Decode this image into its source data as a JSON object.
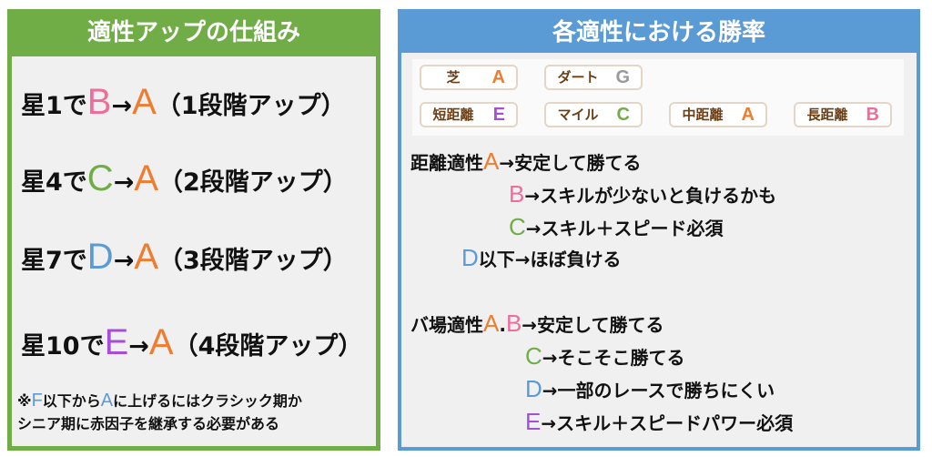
{
  "colors": {
    "A": "#ed7d31",
    "B": "#f06c9b",
    "C": "#70ad47",
    "D": "#5b9bd5",
    "E": "#a64fd6",
    "G": "#9a9a9a",
    "k": "#111111"
  },
  "left": {
    "title": "適性アップの仕組み",
    "lines": [
      [
        {
          "t": "星1で",
          "c": "k"
        },
        {
          "t": "B",
          "c": "B",
          "g": 1
        },
        {
          "t": "→",
          "c": "k"
        },
        {
          "t": "A",
          "c": "A",
          "g": 1
        },
        {
          "t": "（1段階アップ）",
          "c": "k"
        }
      ],
      [
        {
          "t": "星4で",
          "c": "k"
        },
        {
          "t": "C",
          "c": "C",
          "g": 1
        },
        {
          "t": "→",
          "c": "k"
        },
        {
          "t": "A",
          "c": "A",
          "g": 1
        },
        {
          "t": "（2段階アップ）",
          "c": "k"
        }
      ],
      [
        {
          "t": "星7で",
          "c": "k"
        },
        {
          "t": "D",
          "c": "D",
          "g": 1
        },
        {
          "t": "→",
          "c": "k"
        },
        {
          "t": "A",
          "c": "A",
          "g": 1
        },
        {
          "t": "（3段階アップ）",
          "c": "k"
        }
      ],
      [
        {
          "t": "星10で",
          "c": "k"
        },
        {
          "t": "E",
          "c": "E",
          "g": 1
        },
        {
          "t": "→",
          "c": "k"
        },
        {
          "t": "A",
          "c": "A",
          "g": 1
        },
        {
          "t": "（4段階アップ）",
          "c": "k"
        }
      ]
    ],
    "note": [
      {
        "t": "※",
        "c": "k"
      },
      {
        "t": "F",
        "c": "D",
        "g": 1
      },
      {
        "t": "以下から",
        "c": "k"
      },
      {
        "t": "A",
        "c": "D",
        "g": 1
      },
      {
        "t": "に上げるにはクラシック期か",
        "c": "k"
      },
      {
        "t": "\nシニア期に赤因子を継承する必要がある",
        "c": "k"
      }
    ]
  },
  "right": {
    "title": "各適性における勝率",
    "badges": [
      {
        "label": "芝",
        "grade": "A",
        "c": "A"
      },
      {
        "label": "ダート",
        "grade": "G",
        "c": "G"
      },
      {
        "label": "短距離",
        "grade": "E",
        "c": "E"
      },
      {
        "label": "マイル",
        "grade": "C",
        "c": "C"
      },
      {
        "label": "中距離",
        "grade": "A",
        "c": "A"
      },
      {
        "label": "長距離",
        "grade": "B",
        "c": "B"
      }
    ],
    "lines": [
      [
        {
          "t": "距離適性",
          "c": "k"
        },
        {
          "t": "A",
          "c": "A",
          "g": 1
        },
        {
          "t": "→安定して勝てる",
          "c": "k"
        }
      ],
      [
        {
          "t": "B",
          "c": "B",
          "g": 1
        },
        {
          "t": "→スキルが少ないと負けるかも",
          "c": "k"
        }
      ],
      [
        {
          "t": "C",
          "c": "C",
          "g": 1
        },
        {
          "t": "→スキル＋スピード必須",
          "c": "k"
        }
      ],
      [
        {
          "t": "D",
          "c": "D",
          "g": 1
        },
        {
          "t": "以下→ほぼ負ける",
          "c": "k"
        }
      ],
      [
        {
          "t": "バ場適性",
          "c": "k"
        },
        {
          "t": "A",
          "c": "A",
          "g": 1
        },
        {
          "t": ".",
          "c": "k"
        },
        {
          "t": "B",
          "c": "B",
          "g": 1
        },
        {
          "t": "→安定して勝てる",
          "c": "k"
        }
      ],
      [
        {
          "t": "C",
          "c": "C",
          "g": 1
        },
        {
          "t": "→そこそこ勝てる",
          "c": "k"
        }
      ],
      [
        {
          "t": "D",
          "c": "D",
          "g": 1
        },
        {
          "t": "→一部のレースで勝ちにくい",
          "c": "k"
        }
      ],
      [
        {
          "t": "E",
          "c": "E",
          "g": 1
        },
        {
          "t": "→スキル＋スピードパワー必須",
          "c": "k"
        }
      ]
    ]
  }
}
